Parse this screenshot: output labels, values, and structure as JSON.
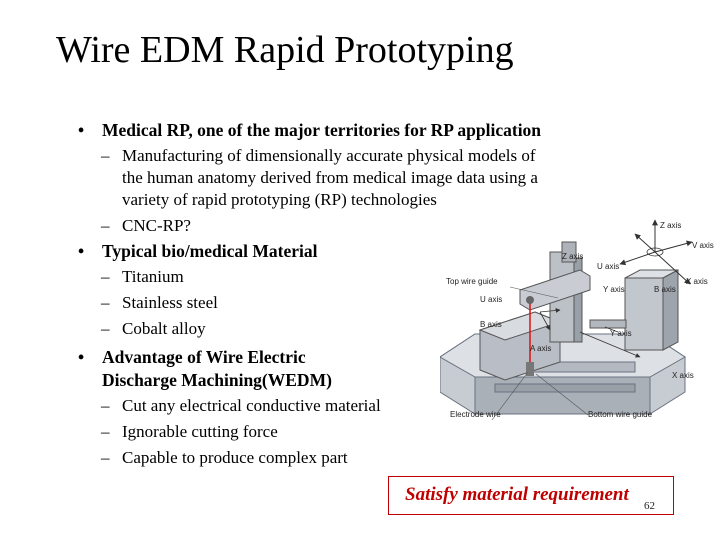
{
  "slide": {
    "title": "Wire EDM Rapid Prototyping",
    "bullets": [
      {
        "text": "Medical RP, one of the major territories for RP application"
      },
      {
        "text": "Typical bio/medical Material"
      },
      {
        "text": "Advantage of  Wire Electric"
      },
      {
        "text": "Discharge Machining(WEDM)"
      }
    ],
    "subitems": {
      "b1": [
        "Manufacturing of dimensionally accurate physical models of",
        "the human anatomy derived from medical image data using a",
        "variety of rapid prototyping (RP) technologies",
        "CNC-RP?"
      ],
      "b2": [
        "Titanium",
        "Stainless steel",
        "Cobalt alloy"
      ],
      "b3": [
        "Cut any electrical conductive material",
        "Ignorable cutting force",
        "Capable to produce complex part"
      ]
    },
    "bullet_glyph": "•",
    "dash_glyph": "–",
    "figure_labels": {
      "z_axis_top": "Z axis",
      "v_axis": "V axis",
      "z_axis": "Z axis",
      "u_axis_small": "U axis",
      "x_axis_right": "X axis",
      "top_wire_guide": "Top wire guide",
      "y_axis_small": "Y axis",
      "b_axis_small": "B axis",
      "u_axis": "U axis",
      "b_axis": "B axis",
      "y_axis": "Y axis",
      "a_axis": "A axis",
      "x_axis": "X axis",
      "electrode_wire": "Electrode wire",
      "bottom_wire_guide": "Bottom wire guide"
    },
    "callout": "Satisfy material requirement",
    "page_number": "62",
    "accent_color": "#c00000"
  }
}
